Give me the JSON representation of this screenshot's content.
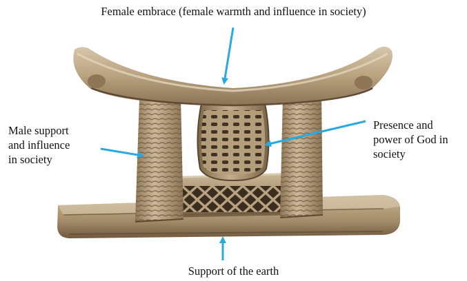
{
  "labels": {
    "top": "Female embrace (female warmth and influence in society)",
    "left": [
      "Male support",
      "and influence",
      "in society"
    ],
    "right": [
      "Presence and",
      "power of God in",
      "society"
    ],
    "bottom": "Support of the earth"
  },
  "image": {
    "subject": "carved wooden stool",
    "icon": "stool-illustration"
  },
  "colors": {
    "arrow": "#29a9e0",
    "wood_light": "#c9b79c",
    "wood_mid": "#a8916f",
    "wood_dark": "#6f5a40",
    "text": "#111111"
  }
}
